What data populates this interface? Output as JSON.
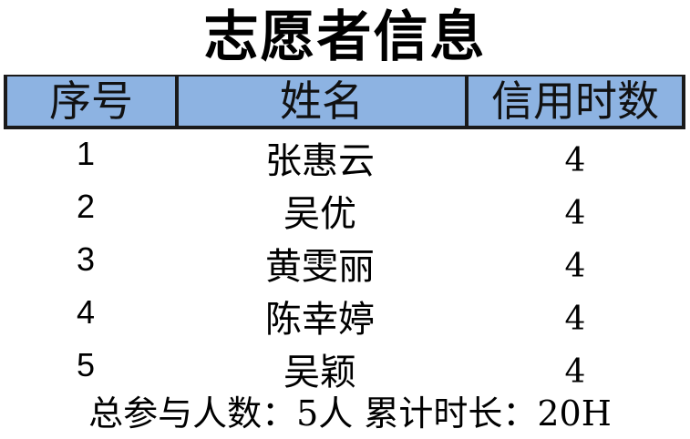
{
  "title": "志愿者信息",
  "columns": [
    "序号",
    "姓名",
    "信用时数"
  ],
  "rows": [
    {
      "seq": "1",
      "name": "张惠云",
      "hours": "4"
    },
    {
      "seq": "2",
      "name": "吴优",
      "hours": "4"
    },
    {
      "seq": "3",
      "name": "黄雯丽",
      "hours": "4"
    },
    {
      "seq": "4",
      "name": "陈幸婷",
      "hours": "4"
    },
    {
      "seq": "5",
      "name": "吴颖",
      "hours": "4"
    }
  ],
  "summary": "总参与人数：5人 累计时长：20H",
  "colors": {
    "header_bg": "#8db3e2",
    "border": "#1a1a1a",
    "text": "#000000"
  }
}
